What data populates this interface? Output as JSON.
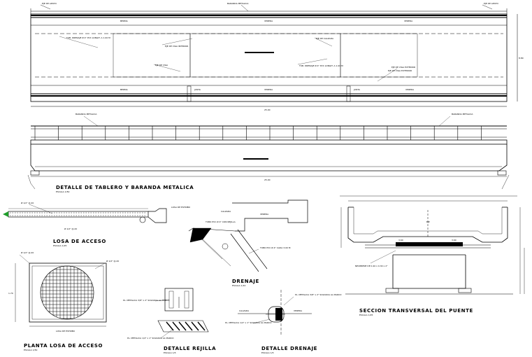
{
  "plan": {
    "label_top_left": "EJE DE APOYO",
    "label_top_center": "BARANDA METALICA",
    "label_top_right": "EJE DE APOYO",
    "label_vereda_top": "VEREDA",
    "label_berma_left": "BERMA",
    "label_berma_right": "VEREDA",
    "note_drain_1": "TUB. DRENAJE Ø 4\" PVC LONGIT. A 1.00 M",
    "note_joint_1": "EJE DE VIGA INTERIOR",
    "note_center_1": "EJE DE CALZADA",
    "note_center_2": "EJE DE VIGA",
    "note_drain_2": "TUB. DRENAJE Ø 4\" PVC LONGIT. A 1.00 M",
    "note_bottom_left": "EJE DE VIGA EXTERIOR",
    "note_bottom_mid": "EJE DE VIGA EXTERIOR",
    "label_berma_bottom": "BERMA",
    "label_vereda_bottom_mid": "VEREDA",
    "label_vereda_bottom_right": "VEREDA",
    "junta_left": "JUNTA",
    "junta_right": "JUNTA"
  },
  "elevation": {
    "note_left": "BARANDA METALICA",
    "note_right": "BARANDA METALICA",
    "title": "DETALLE DE TABLERO Y BARANDA METALICA",
    "scale": "ESCALA 1/50"
  },
  "losa_acceso": {
    "note_left": "Ø 1/2\" @.20",
    "note_right": "LOSA DE ESTRIBO",
    "note_bottom": "Ø 1/2\" @.20",
    "title": "LOSA DE ACCESO",
    "scale": "ESCALA 1/25"
  },
  "planta_losa": {
    "note_top": "Ø 1/2\" @.20",
    "note_right": "Ø 1/2\" @.20",
    "note_bottom": "LOSA DE ESTRIBO",
    "title": "PLANTA LOSA DE ACCESO",
    "scale": "ESCALA 1/50"
  },
  "drenaje": {
    "label_calzada": "CALZADA",
    "label_vereda": "VEREDA",
    "note_1": "TUBO PVC Ø 4\" CON REJILLA",
    "note_2": "TUBO PVC Ø 4\" CADA 3.00 M",
    "title": "DRENAJE",
    "scale": "ESCALA 1/10"
  },
  "rejilla": {
    "note_1": "PL. METALICA 3/8\" x 2\" SOLDADA AL MARCO",
    "note_2": "PL. METALICA 1/4\" x 1\" SOLDADA AL MARCO",
    "title": "DETALLE REJILLA",
    "scale": "ESCALA 1/5"
  },
  "rejilla_b": {
    "note_1": "PL. METALICA 3/8\" x 2\" SOLDADA AL MARCO",
    "label_calzada": "CALZADA",
    "label_vereda": "VEREDA",
    "note_2": "PL. METALICA 1/4\" x 1\" SOLDADA AL MARCO",
    "title": "DETALLE DRENAJE",
    "scale": "ESCALA 1/5"
  },
  "seccion": {
    "label_center": "EJE",
    "dim_mid_left": "3.60",
    "dim_mid_right": "3.60",
    "note_neoprene": "NEOPRENE DE 0.40 x 0.30 x 2\"",
    "title": "SECCION TRANSVERSAL DEL PUENTE",
    "scale": "ESCALA 1/25"
  },
  "dims": {
    "total_length": "25.00",
    "width": "8.80",
    "span": "25.00",
    "depth": "1.70"
  }
}
